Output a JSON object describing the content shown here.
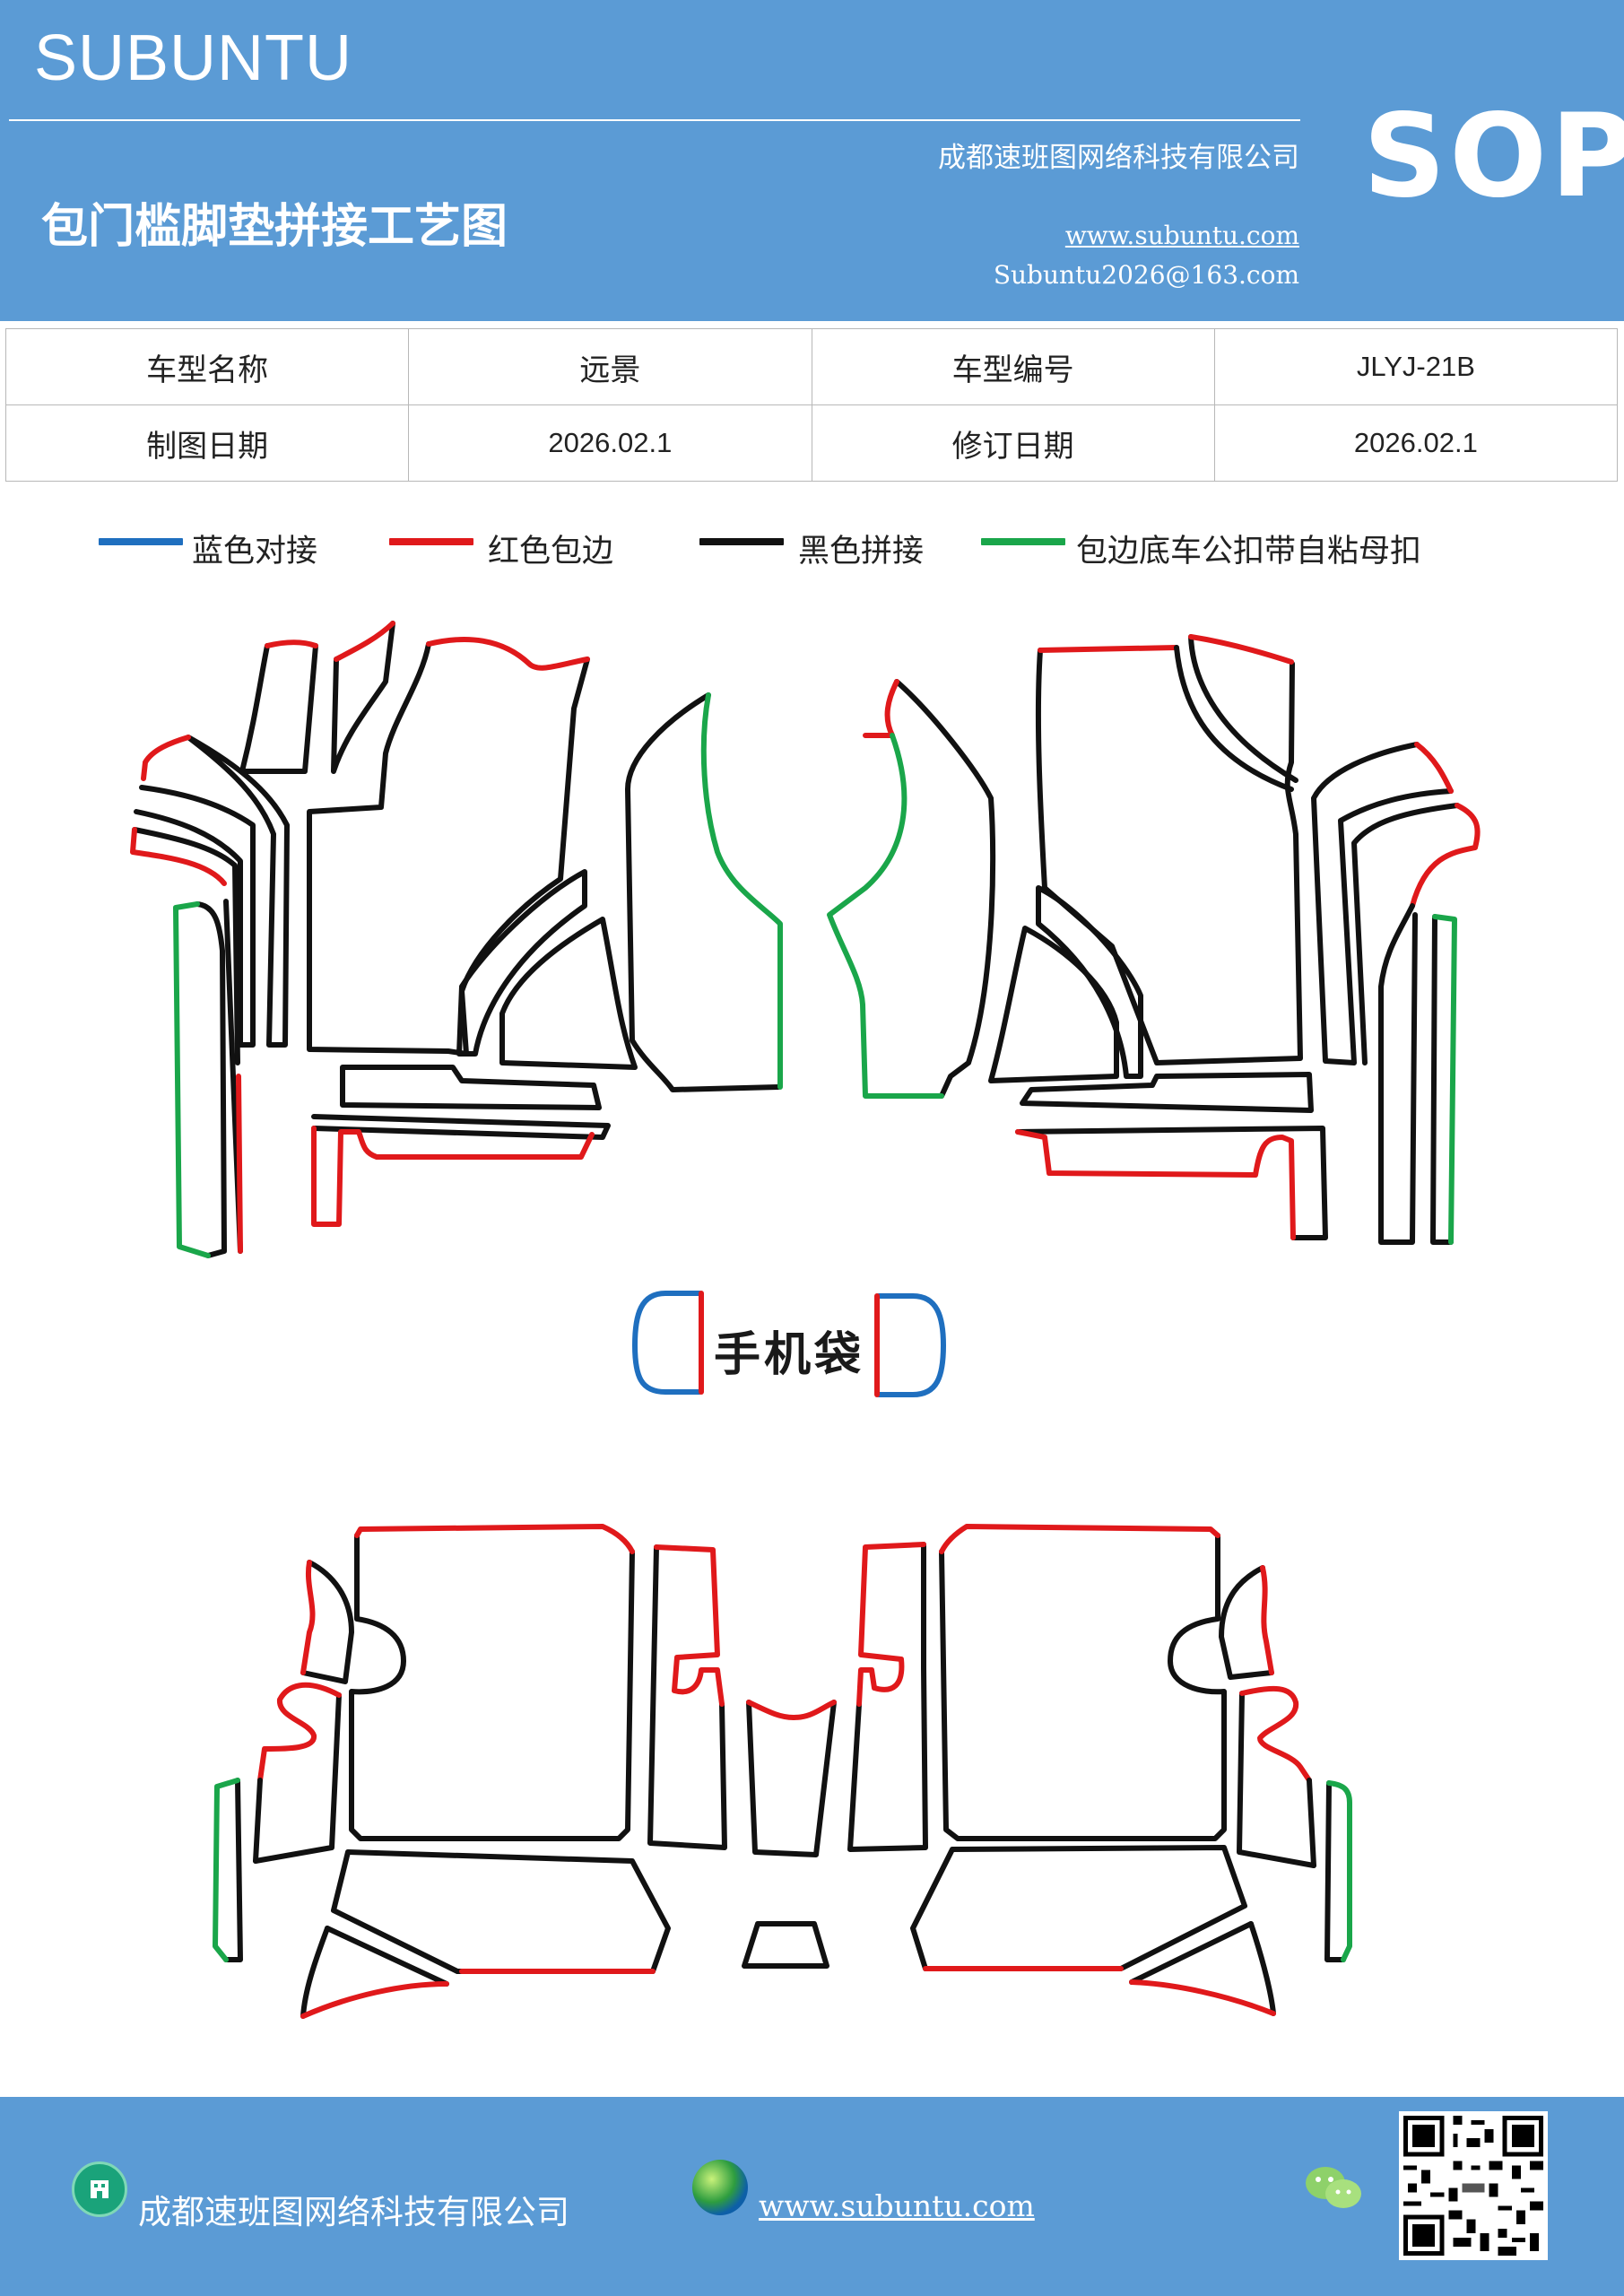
{
  "header": {
    "brand": "SUBUNTU",
    "company": "成都速班图网络科技有限公司",
    "title": "包门槛脚垫拼接工艺图",
    "website": "www.subuntu.com",
    "email": "Subuntu2026@163.com",
    "badge": "SOP"
  },
  "info_table": {
    "rows": [
      {
        "l1": "车型名称",
        "v1": "远景",
        "l2": "车型编号",
        "v2": "JLYJ-21B"
      },
      {
        "l1": "制图日期",
        "v1": "2026.02.1",
        "l2": "修订日期",
        "v2": "2026.02.1"
      }
    ]
  },
  "legend": [
    {
      "label": "蓝色对接",
      "color": "#1f6fbf"
    },
    {
      "label": "红色包边",
      "color": "#e0191b"
    },
    {
      "label": "黑色拼接",
      "color": "#111111"
    },
    {
      "label": "包边底车公扣带自粘母扣",
      "color": "#1aa64a"
    }
  ],
  "diagram": {
    "phone_pocket_label": "手机袋"
  },
  "footer": {
    "company": "成都速班图网络科技有限公司",
    "website": "www.subuntu.com"
  }
}
